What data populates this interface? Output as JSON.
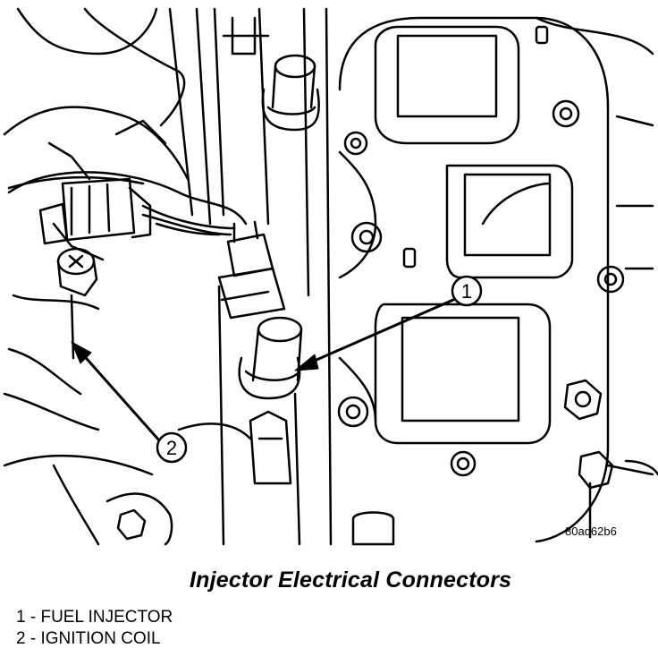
{
  "figure": {
    "id": "80ad62b6",
    "title": "Injector Electrical Connectors"
  },
  "callouts": [
    {
      "number": "1"
    },
    {
      "number": "2"
    }
  ],
  "legend": [
    {
      "number": "1",
      "separator": " - ",
      "label": "FUEL INJECTOR"
    },
    {
      "number": "2",
      "separator": " - ",
      "label": "IGNITION COIL"
    }
  ],
  "colors": {
    "line": "#000000",
    "background": "#ffffff"
  }
}
